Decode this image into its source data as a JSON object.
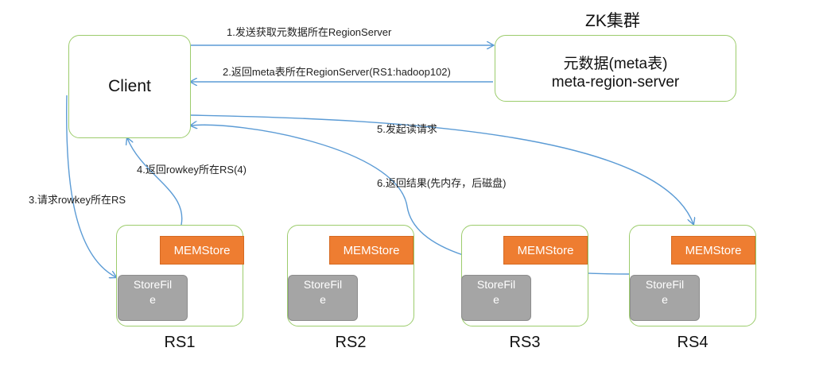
{
  "zk": {
    "title": "ZK集群",
    "box_line1": "元数据(meta表)",
    "box_line2": "meta-region-server"
  },
  "client": {
    "label": "Client"
  },
  "steps": {
    "s1": "1.发送获取元数据所在RegionServer",
    "s2": "2.返回meta表所在RegionServer(RS1:hadoop102)",
    "s3": "3.请求rowkey所在RS",
    "s4": "4.返回rowkey所在RS(4)",
    "s5": "5.发起读请求",
    "s6": "6.返回结果(先内存，后磁盘)"
  },
  "region_servers": [
    {
      "name": "RS1",
      "memstore": "MEMStore",
      "storefile_l1": "StoreFil",
      "storefile_l2": "e"
    },
    {
      "name": "RS2",
      "memstore": "MEMStore",
      "storefile_l1": "StoreFil",
      "storefile_l2": "e"
    },
    {
      "name": "RS3",
      "memstore": "MEMStore",
      "storefile_l1": "StoreFil",
      "storefile_l2": "e"
    },
    {
      "name": "RS4",
      "memstore": "MEMStore",
      "storefile_l1": "StoreFil",
      "storefile_l2": "e"
    }
  ],
  "colors": {
    "box_border": "#9ccc6c",
    "arrow": "#5b9bd5",
    "memstore": "#ee7d31",
    "storefile": "#a5a5a5"
  }
}
